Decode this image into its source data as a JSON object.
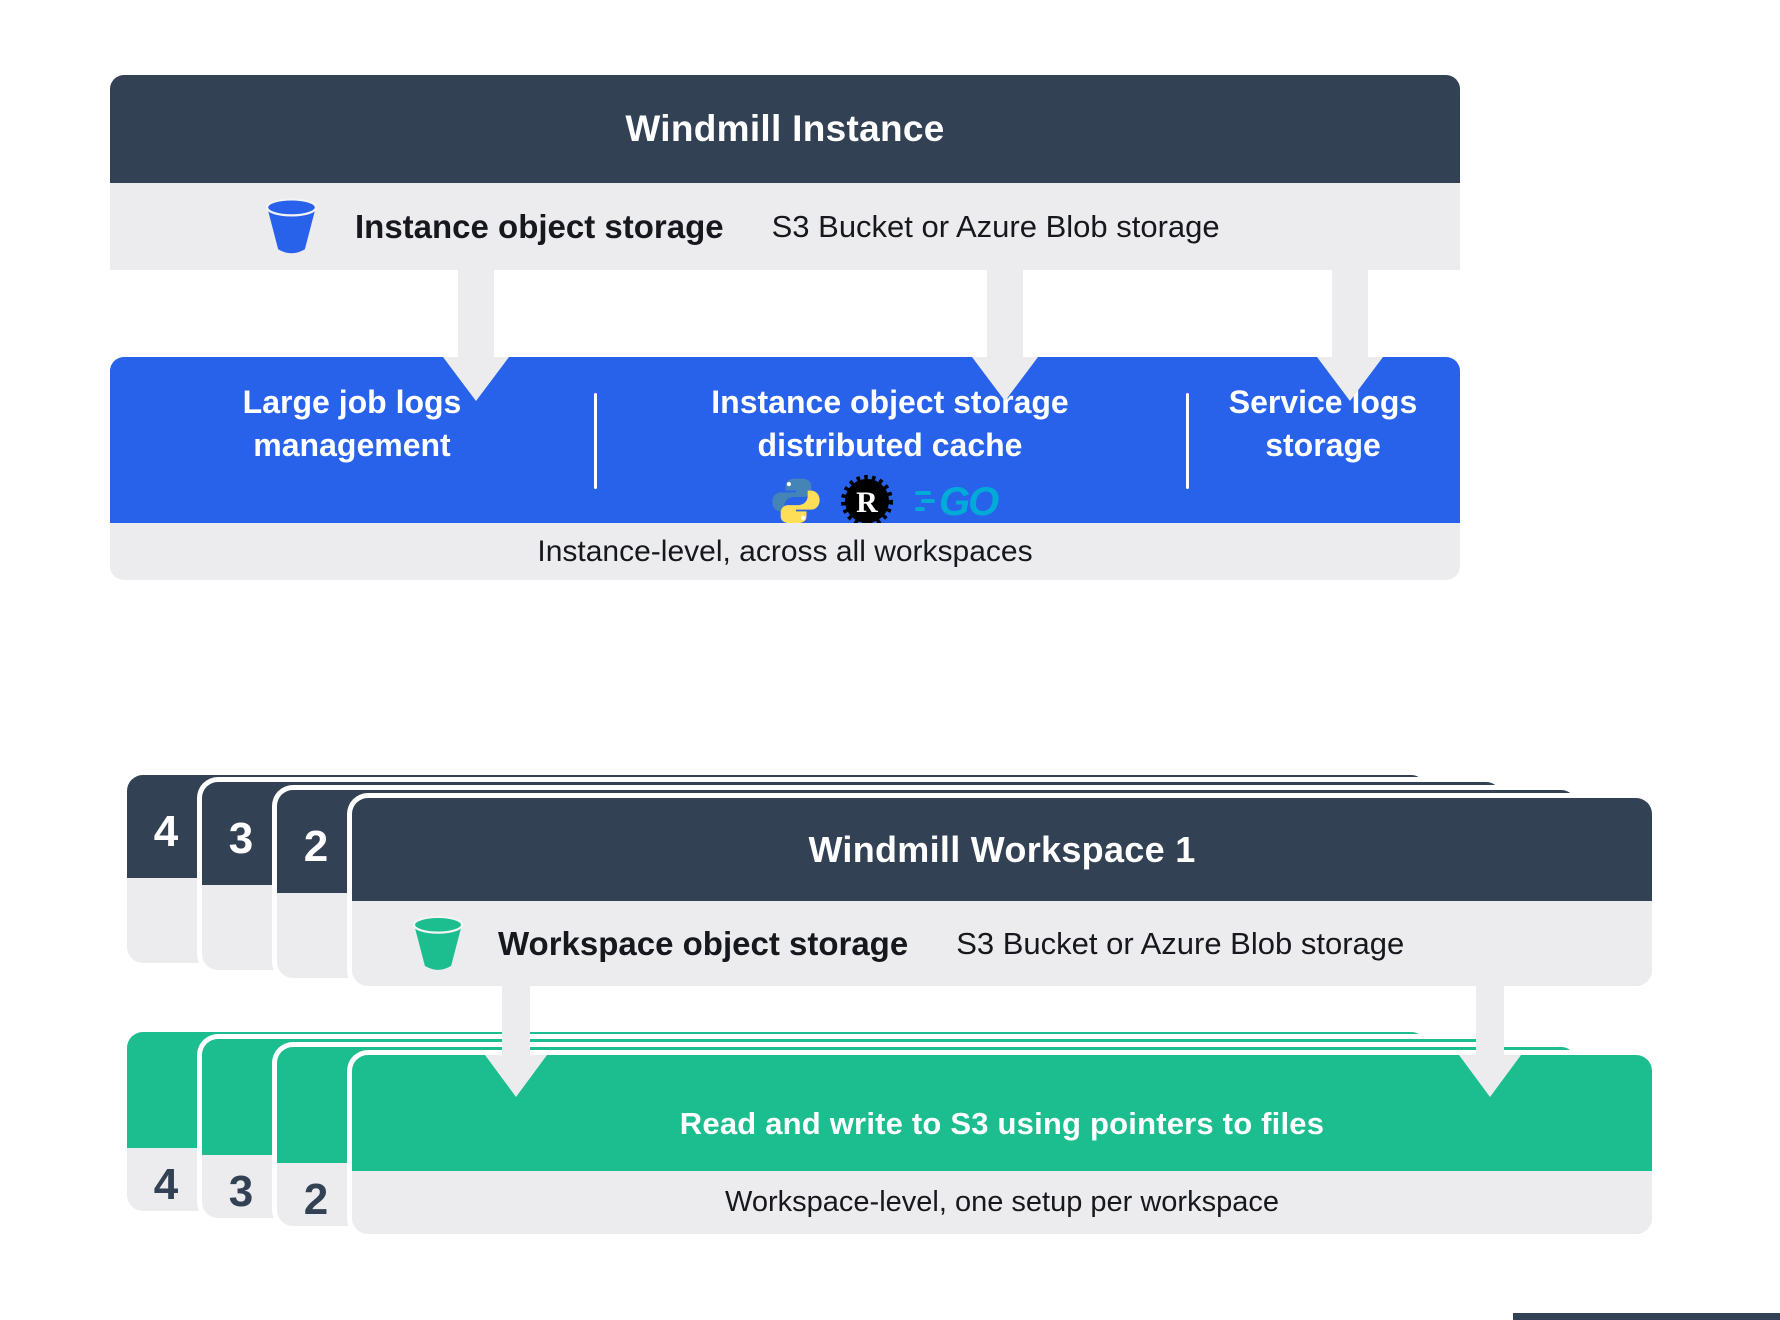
{
  "colors": {
    "slate": "#334155",
    "blue": "#2862eb",
    "green": "#1cbd8e",
    "light_gray": "#ececee",
    "python_blue": "#3776ab",
    "python_yellow": "#ffd43b",
    "rust_black": "#000000",
    "go_teal": "#00acd7"
  },
  "instance": {
    "title": "Windmill Instance",
    "storage_label": "Instance object storage",
    "storage_detail": "S3 Bucket or Azure Blob storage",
    "columns": [
      {
        "lines": [
          "Large job logs",
          "management"
        ]
      },
      {
        "lines": [
          "Instance object storage",
          "distributed cache"
        ]
      },
      {
        "lines": [
          "Service logs",
          "storage"
        ]
      }
    ],
    "footer": "Instance-level, across all workspaces"
  },
  "workspace": {
    "title": "Windmill Workspace 1",
    "storage_label": "Workspace object storage",
    "storage_detail": "S3 Bucket or Azure Blob storage",
    "stack_numbers": [
      "4",
      "3",
      "2"
    ],
    "green_title": "Read and write to S3 using pointers to files",
    "footer": "Workspace-level, one setup per workspace"
  },
  "icons": {
    "instance_bucket": "bucket-icon",
    "workspace_bucket": "bucket-icon",
    "languages": [
      "python-icon",
      "rust-icon",
      "go-icon"
    ]
  }
}
